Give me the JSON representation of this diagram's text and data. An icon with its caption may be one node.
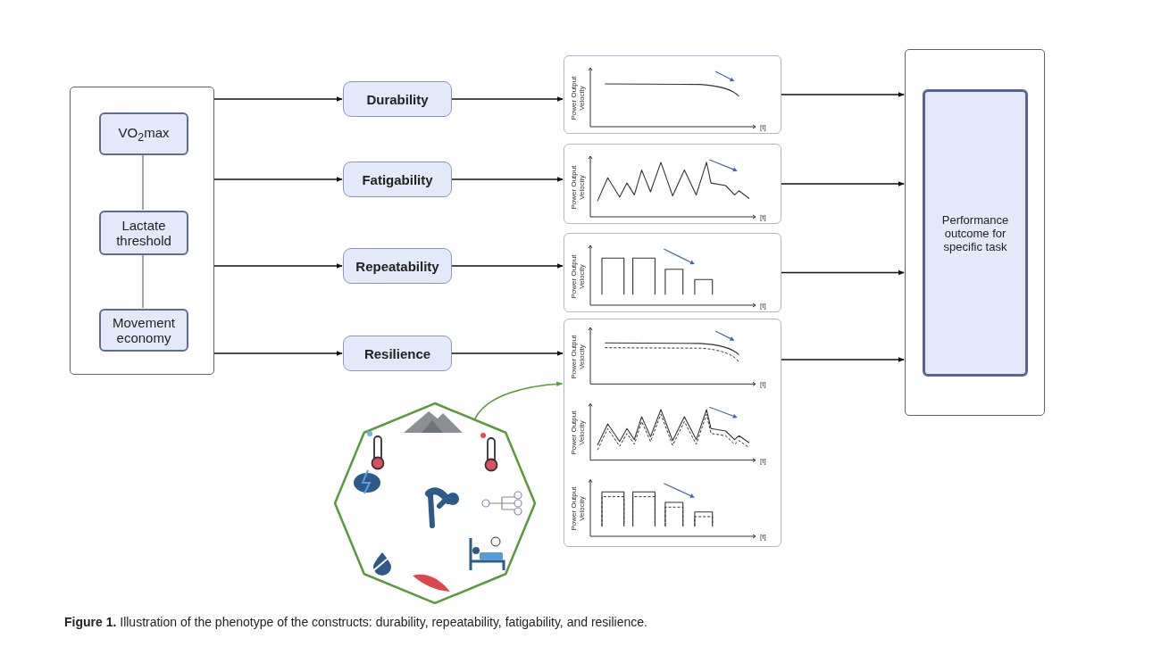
{
  "diagram": {
    "caption": "**Figure 1.** Illustration of the phenotype of the constructs: durability, repeatability, fatigability, and resilience.",
    "nodes": [
      {
        "text": [],
        "shape": "box"
      },
      {
        "text": [
          "VO$_{2}$max"
        ],
        "in": 0
      },
      {
        "text": [
          "Lactate threshold"
        ],
        "in": 0
      },
      {
        "text": [
          "Movement economy"
        ],
        "in": 0
      },
      {
        "text": [
          "Durability"
        ]
      },
      {
        "text": [
          "Fatigability"
        ]
      },
      {
        "text": [
          "Repeatability"
        ]
      },
      {
        "text": [
          "Resilience"
        ]
      },
      {
        "text": [
          "Power Output Velocity",
          "[t]"
        ]
      },
      {
        "text": [
          "Power Output Velocity",
          "[t]"
        ]
      },
      {
        "text": [
          "Power Output Velocity",
          "[t]"
        ]
      },
      {
        "text": [
          "Power Output Velocity",
          "[t]",
          "Power Output Velocity",
          "[t]",
          "Power Output Velocity",
          "[t]"
        ]
      },
      {
        "text": [],
        "shape": "octagon"
      },
      {
        "text": [],
        "shape": "box"
      },
      {
        "text": [
          "Performance outcome for specific task"
        ],
        "in": 13
      }
    ],
    "edges": [
      {
        "from": 1,
        "to": 2,
        "arrow": "none"
      },
      {
        "from": 2,
        "to": 3,
        "arrow": "none"
      },
      {
        "from": 0,
        "to": 4,
        "arrow": "to"
      },
      {
        "from": 0,
        "to": 5,
        "arrow": "to"
      },
      {
        "from": 0,
        "to": 6,
        "arrow": "to"
      },
      {
        "from": 0,
        "to": 7,
        "arrow": "to"
      },
      {
        "from": 4,
        "to": 8,
        "arrow": "to"
      },
      {
        "from": 5,
        "to": 9,
        "arrow": "to"
      },
      {
        "from": 6,
        "to": 10,
        "arrow": "to"
      },
      {
        "from": 7,
        "to": 11,
        "arrow": "to"
      },
      {
        "from": 8,
        "to": 13,
        "arrow": "to"
      },
      {
        "from": 9,
        "to": 13,
        "arrow": "to"
      },
      {
        "from": 10,
        "to": 13,
        "arrow": "to"
      },
      {
        "from": 11,
        "to": 13,
        "arrow": "to"
      },
      {
        "from": 12,
        "to": 11,
        "arrow": "to",
        "color": "#5a9a3c"
      }
    ]
  }
}
